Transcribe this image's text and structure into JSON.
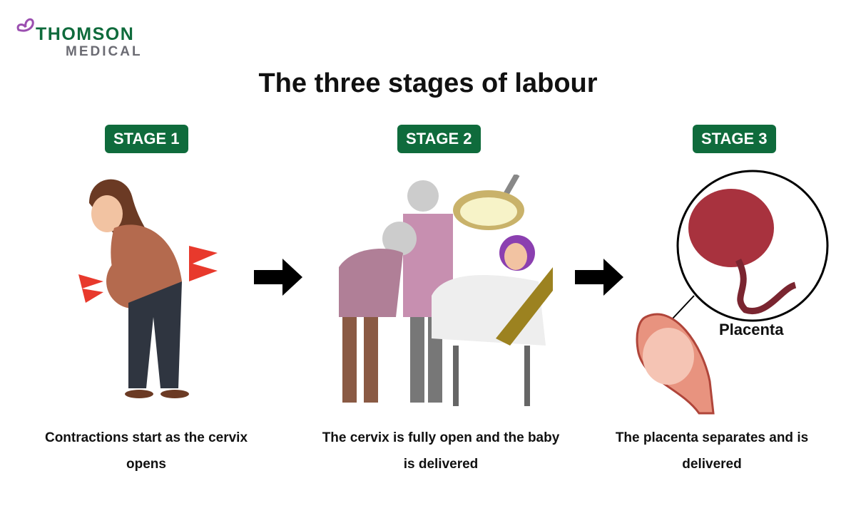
{
  "logo": {
    "line1": "THOMSON",
    "line2": "MEDICAL"
  },
  "title": "The three stages of labour",
  "stages": [
    {
      "badge": "STAGE 1",
      "caption": "Contractions start as the cervix opens"
    },
    {
      "badge": "STAGE 2",
      "caption": "The cervix is fully open and the baby is delivered"
    },
    {
      "badge": "STAGE 3",
      "caption": "The placenta separates and is delivered",
      "label": "Placenta"
    }
  ],
  "colors": {
    "brand_green": "#0f6b3c",
    "logo_grey": "#6b6b73"
  }
}
